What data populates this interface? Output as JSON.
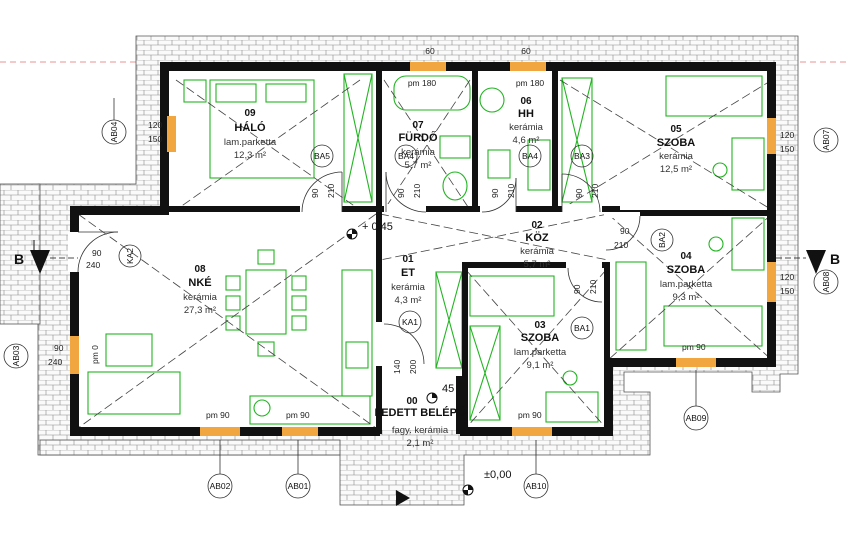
{
  "rooms": {
    "r09": {
      "num": "09",
      "name": "HÁLÓ",
      "floor": "lam.parketta",
      "area": "12,3 m²"
    },
    "r07": {
      "num": "07",
      "name": "FÜRDŐ",
      "floor": "kerámia",
      "area": "5,7 m²"
    },
    "r06": {
      "num": "06",
      "name": "HH",
      "floor": "kerámia",
      "area": "4,6 m²"
    },
    "r05": {
      "num": "05",
      "name": "SZOBA",
      "floor": "kerámia",
      "area": "12,5 m²"
    },
    "r02": {
      "num": "02",
      "name": "KÖZ",
      "floor": "kerámia",
      "area": "5,7 m²"
    },
    "r08": {
      "num": "08",
      "name": "NKÉ",
      "floor": "kerámia",
      "area": "27,3 m²"
    },
    "r01": {
      "num": "01",
      "name": "ET",
      "floor": "kerámia",
      "area": "4,3 m²"
    },
    "r04": {
      "num": "04",
      "name": "SZOBA",
      "floor": "lam.parketta",
      "area": "9,3 m²"
    },
    "r03": {
      "num": "03",
      "name": "SZOBA",
      "floor": "lam.parketta",
      "area": "9,1 m²"
    },
    "r00": {
      "num": "00",
      "name": "FEDETT BELÉPŐ",
      "floor": "fagy. kerámia",
      "area": "2,1 m²"
    }
  },
  "tags": {
    "ab01": "AB01",
    "ab02": "AB02",
    "ab03": "AB03",
    "ab04": "AB04",
    "ab07": "AB07",
    "ab08": "AB08",
    "ab09": "AB09",
    "ab10": "AB10",
    "ba1": "BA1",
    "ba2": "BA2",
    "ba3": "BA3",
    "ba4a": "BA4",
    "ba4b": "BA4",
    "ba5": "BA5",
    "ka1": "KA1",
    "ka2": "KA2"
  },
  "section_marks": {
    "left": "B",
    "right": "B"
  },
  "levels": {
    "inner": "+ 0,45",
    "outer": "±0,00",
    "step": "45"
  },
  "dims": {
    "pm180": "pm 180",
    "pm90": "pm 90",
    "pm0": "pm 0",
    "d60": "60",
    "d90": "90",
    "d120": "120",
    "d140": "140",
    "d150": "150",
    "d200": "200",
    "d210": "210",
    "d240": "240"
  },
  "colors": {
    "wall": "#111111",
    "furniture": "#22b522",
    "window": "#f2a640",
    "section_axis": "#e07070"
  }
}
